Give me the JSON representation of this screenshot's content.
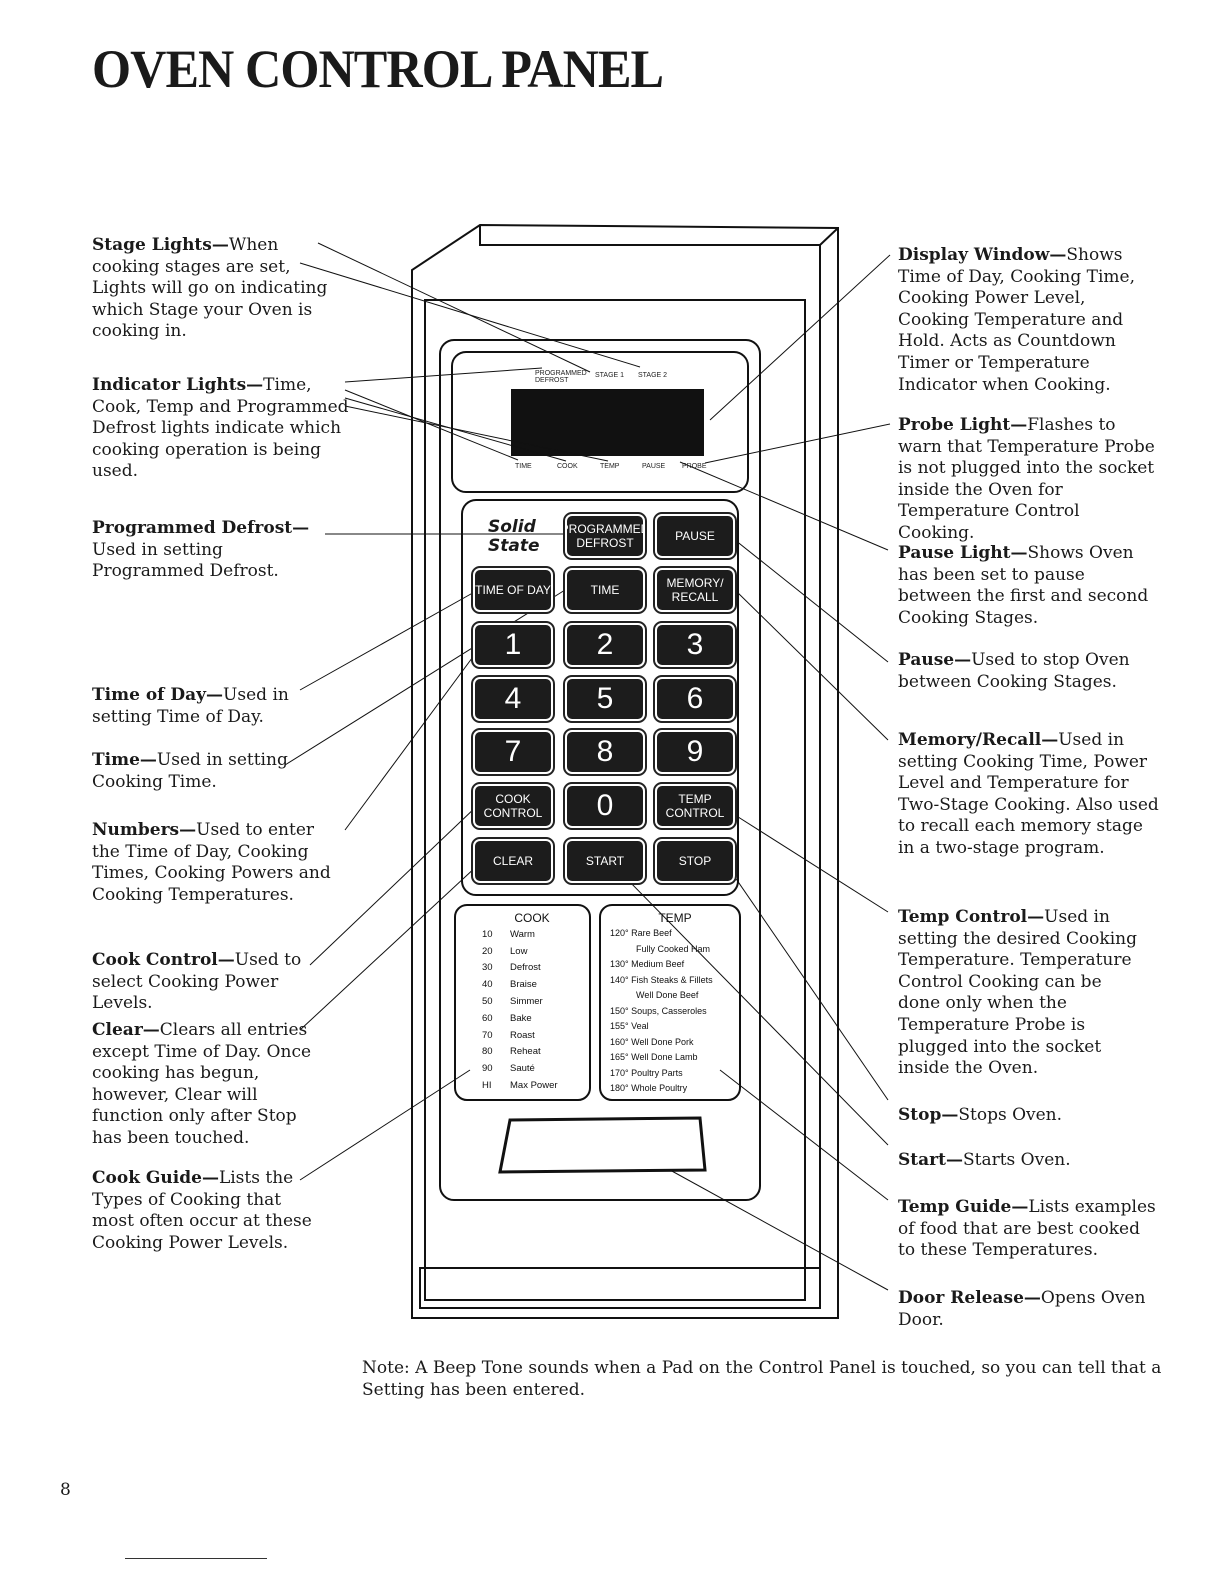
{
  "title": "OVEN CONTROL PANEL",
  "left_callouts": [
    {
      "term": "Stage Lights",
      "text": "When cooking stages are set, Lights will go on indicating which Stage your Oven is cooking in."
    },
    {
      "term": "Indicator Lights",
      "text": "Time, Cook, Temp and Programmed Defrost lights indicate which cooking operation is being used."
    },
    {
      "term": "Programmed Defrost",
      "text": "Used in setting Programmed Defrost."
    },
    {
      "term": "Time of Day",
      "text": "Used in setting Time of Day."
    },
    {
      "term": "Time",
      "text": "Used in setting Cooking Time."
    },
    {
      "term": "Numbers",
      "text": "Used to enter the Time of Day, Cooking Times, Cooking Powers and Cooking Temperatures."
    },
    {
      "term": "Cook Control",
      "text": "Used to select Cooking Power Levels."
    },
    {
      "term": "Clear",
      "text": "Clears all entries except Time of Day. Once cooking has begun, however, Clear will function only after Stop has been touched."
    },
    {
      "term": "Cook Guide",
      "text": "Lists the Types of Cooking that most often occur at these Cooking Power Levels."
    }
  ],
  "right_callouts": [
    {
      "term": "Display Window",
      "text": "Shows Time of Day, Cooking Time, Cooking Power Level, Cooking Temperature and Hold. Acts as Countdown Timer or Temperature Indicator when Cooking."
    },
    {
      "term": "Probe Light",
      "text": "Flashes to warn that Temperature Probe is not plugged into the socket inside the Oven for Temperature Control Cooking."
    },
    {
      "term": "Pause Light",
      "text": "Shows Oven has been set to pause between the first and second Cooking Stages."
    },
    {
      "term": "Pause",
      "text": "Used to stop Oven between Cooking Stages."
    },
    {
      "term": "Memory/Recall",
      "text": "Used in setting Cooking Time, Power Level and Temperature for Two-Stage Cooking. Also used to recall each memory stage in a two-stage program."
    },
    {
      "term": "Temp Control",
      "text": "Used in setting the desired Cooking Temperature. Temperature Control Cooking can be done only when the Temperature Probe is plugged into the socket inside the Oven."
    },
    {
      "term": "Stop",
      "text": "Stops Oven."
    },
    {
      "term": "Start",
      "text": "Starts Oven."
    },
    {
      "term": "Temp Guide",
      "text": "Lists examples of food that are best cooked to these Temperatures."
    },
    {
      "term": "Door Release",
      "text": "Opens Oven Door."
    }
  ],
  "panel": {
    "top_lights": [
      "PROGRAMMED DEFROST",
      "STAGE 1",
      "STAGE 2"
    ],
    "bottom_lights": [
      "TIME",
      "COOK",
      "TEMP",
      "PAUSE",
      "PROBE"
    ],
    "brand": "Solid State",
    "keys": [
      "PROGRAMMED DEFROST",
      "PAUSE",
      "TIME OF DAY",
      "TIME",
      "MEMORY/ RECALL",
      "1",
      "2",
      "3",
      "4",
      "5",
      "6",
      "7",
      "8",
      "9",
      "COOK CONTROL",
      "0",
      "TEMP CONTROL",
      "CLEAR",
      "START",
      "STOP"
    ],
    "cook_guide": {
      "title": "COOK",
      "rows": [
        [
          "10",
          "Warm"
        ],
        [
          "20",
          "Low"
        ],
        [
          "30",
          "Defrost"
        ],
        [
          "40",
          "Braise"
        ],
        [
          "50",
          "Simmer"
        ],
        [
          "60",
          "Bake"
        ],
        [
          "70",
          "Roast"
        ],
        [
          "80",
          "Reheat"
        ],
        [
          "90",
          "Sauté"
        ],
        [
          "HI",
          "Max Power"
        ]
      ]
    },
    "temp_guide": {
      "title": "TEMP",
      "rows": [
        "120° Rare Beef",
        "Fully Cooked Ham",
        "130° Medium Beef",
        "140° Fish Steaks & Fillets",
        "Well Done Beef",
        "150° Soups, Casseroles",
        "155° Veal",
        "160° Well Done Pork",
        "165° Well Done Lamb",
        "170° Poultry Parts",
        "180° Whole Poultry"
      ]
    }
  },
  "note": {
    "label": "Note:",
    "text": "A Beep Tone sounds when a Pad on the Control Panel is touched, so you can tell that a Setting has been entered."
  },
  "page_number": "8"
}
